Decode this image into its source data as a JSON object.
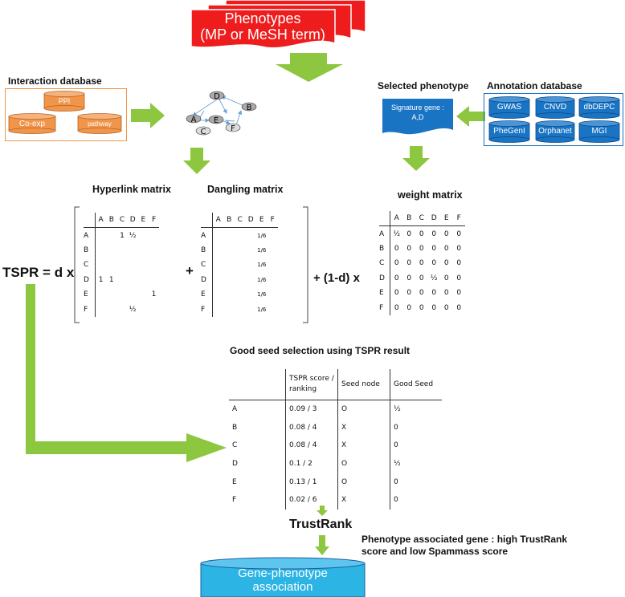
{
  "phenotypes": {
    "line1": "Phenotypes",
    "line2": "(MP or MeSH term)"
  },
  "interaction_db": {
    "title": "Interaction database",
    "items": [
      "PPI",
      "Co-exp",
      "pathway"
    ]
  },
  "network": {
    "nodes": [
      "A",
      "B",
      "C",
      "D",
      "E",
      "F"
    ]
  },
  "selected_phenotype": {
    "title": "Selected phenotype",
    "signature_line1": "Signature gene :",
    "signature_line2": "A,D"
  },
  "annotation_db": {
    "title": "Annotation database",
    "items": [
      "GWAS",
      "CNVD",
      "dbDEPC",
      "PheGenI",
      "Orphanet",
      "MGI"
    ]
  },
  "formula": {
    "lhs": "TSPR = d x",
    "plus": "+",
    "rest": "+ (1-d) x"
  },
  "hyperlink": {
    "title": "Hyperlink matrix",
    "cols": [
      "A",
      "B",
      "C",
      "D",
      "E",
      "F"
    ],
    "rows": [
      [
        "A",
        "",
        "",
        "1",
        "½",
        "",
        ""
      ],
      [
        "B",
        "",
        "",
        "",
        "",
        "",
        ""
      ],
      [
        "C",
        "",
        "",
        "",
        "",
        "",
        ""
      ],
      [
        "D",
        "1",
        "1",
        "",
        "",
        "",
        ""
      ],
      [
        "E",
        "",
        "",
        "",
        "",
        "",
        "1"
      ],
      [
        "F",
        "",
        "",
        "",
        "½",
        "",
        ""
      ]
    ]
  },
  "dangling": {
    "title": "Dangling matrix",
    "cols": [
      "A",
      "B",
      "C",
      "D",
      "E",
      "F"
    ],
    "rows": [
      [
        "A",
        "",
        "",
        "",
        "",
        "1/6",
        ""
      ],
      [
        "B",
        "",
        "",
        "",
        "",
        "1/6",
        ""
      ],
      [
        "C",
        "",
        "",
        "",
        "",
        "1/6",
        ""
      ],
      [
        "D",
        "",
        "",
        "",
        "",
        "1/6",
        ""
      ],
      [
        "E",
        "",
        "",
        "",
        "",
        "1/6",
        ""
      ],
      [
        "F",
        "",
        "",
        "",
        "",
        "1/6",
        ""
      ]
    ]
  },
  "weight": {
    "title": "weight matrix",
    "cols": [
      "A",
      "B",
      "C",
      "D",
      "E",
      "F"
    ],
    "rows": [
      [
        "A",
        "½",
        "0",
        "0",
        "0",
        "0",
        "0"
      ],
      [
        "B",
        "0",
        "0",
        "0",
        "0",
        "0",
        "0"
      ],
      [
        "C",
        "0",
        "0",
        "0",
        "0",
        "0",
        "0"
      ],
      [
        "D",
        "0",
        "0",
        "0",
        "½",
        "0",
        "0"
      ],
      [
        "E",
        "0",
        "0",
        "0",
        "0",
        "0",
        "0"
      ],
      [
        "F",
        "0",
        "0",
        "0",
        "0",
        "0",
        "0"
      ]
    ]
  },
  "seed_table": {
    "title": "Good seed selection using TSPR result",
    "headers": [
      "",
      "TSPR score / ranking",
      "Seed node",
      "Good Seed"
    ],
    "rows": [
      [
        "A",
        "0.09 / 3",
        "O",
        "½"
      ],
      [
        "B",
        "0.08 / 4",
        "X",
        "0"
      ],
      [
        "C",
        "0.08 / 4",
        "X",
        "0"
      ],
      [
        "D",
        "0.1 / 2",
        "O",
        "½"
      ],
      [
        "E",
        "0.13 / 1",
        "O",
        "0"
      ],
      [
        "F",
        "0.02 / 6",
        "X",
        "0"
      ]
    ]
  },
  "trustrank": {
    "label": "TrustRank"
  },
  "phenotype_gene": {
    "line1": "Phenotype associated gene : high TrustRank",
    "line2": "score and low Spammass score"
  },
  "gene_phenotype": {
    "line1": "Gene-phenotype",
    "line2": "association"
  },
  "colors": {
    "red": "#ee1c1c",
    "green": "#8dc63f",
    "orange": "#f0954a",
    "blue": "#1a74c4",
    "cyan": "#2bb4e4"
  }
}
